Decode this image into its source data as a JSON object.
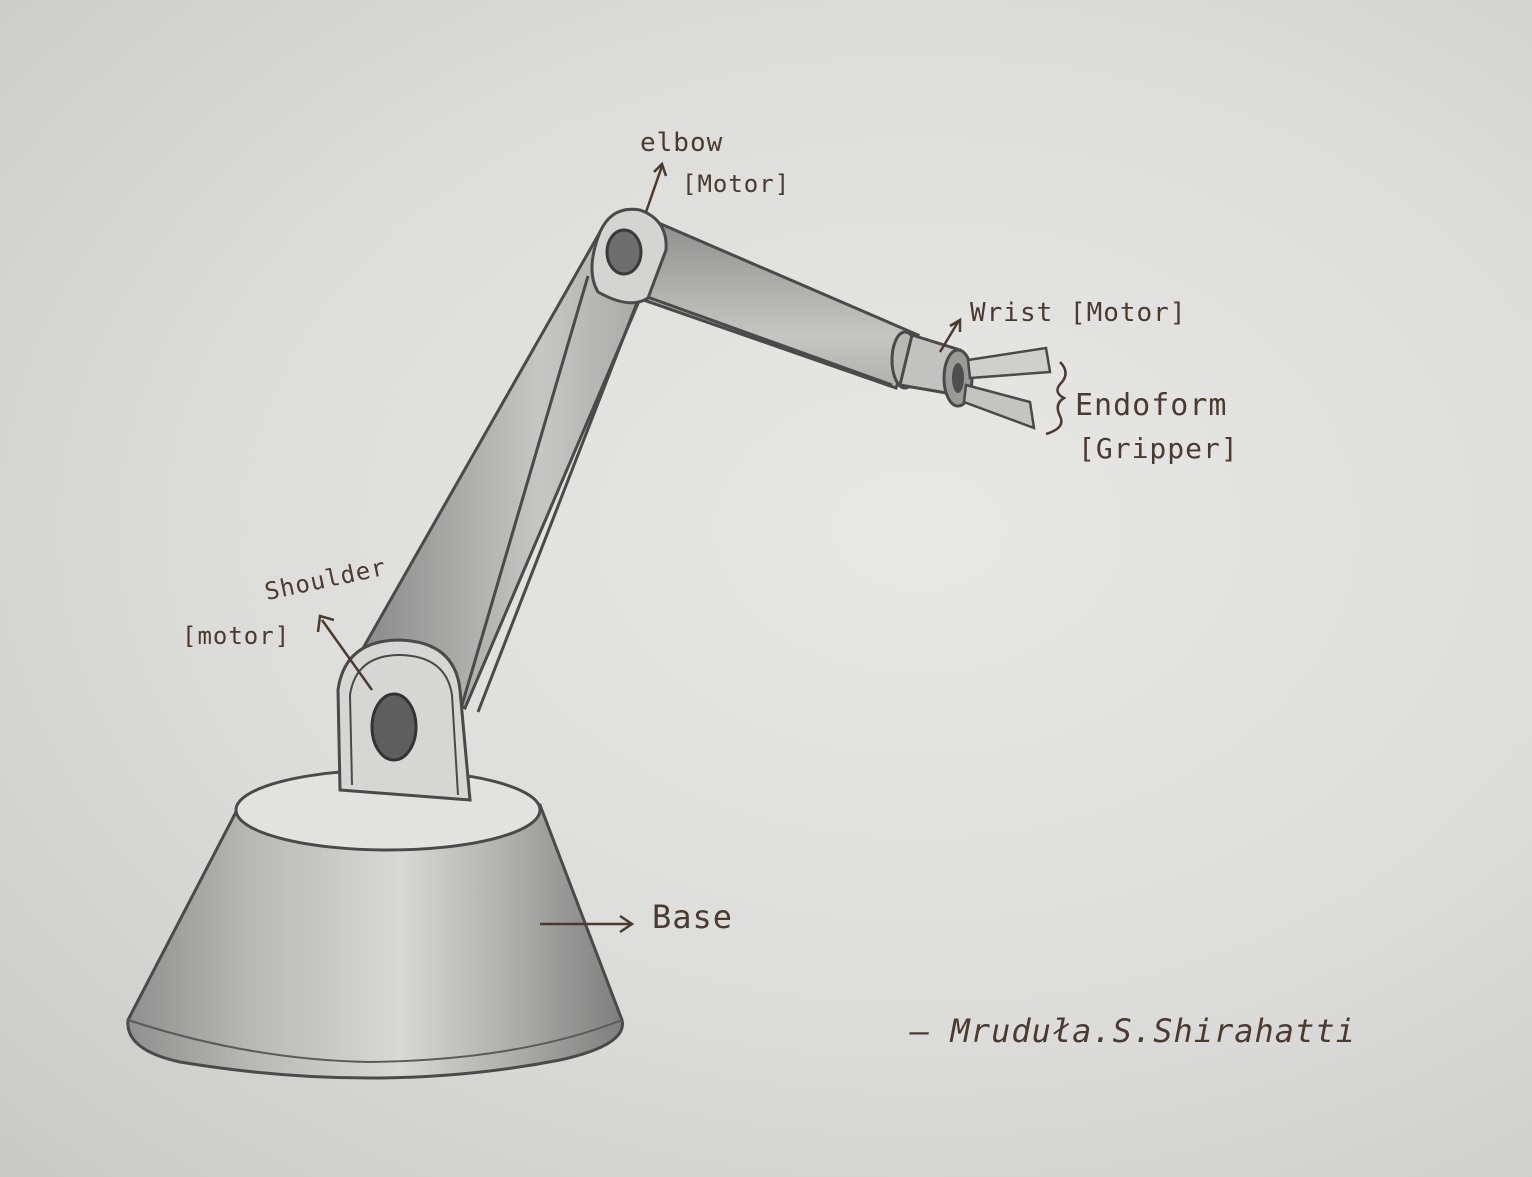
{
  "labels": {
    "elbow": "elbow",
    "elbow_motor": "[Motor]",
    "wrist": "Wrist [Motor]",
    "endoform": "Endoform",
    "gripper": "[Gripper]",
    "shoulder": "Shoulder",
    "shoulder_motor": "[motor]",
    "base": "Base",
    "signature": "— Mruduła.S.Shirahatti"
  },
  "colors": {
    "paper": "#dcdcda",
    "pencil": "#4a4a4a",
    "ink": "#4a3a30"
  }
}
